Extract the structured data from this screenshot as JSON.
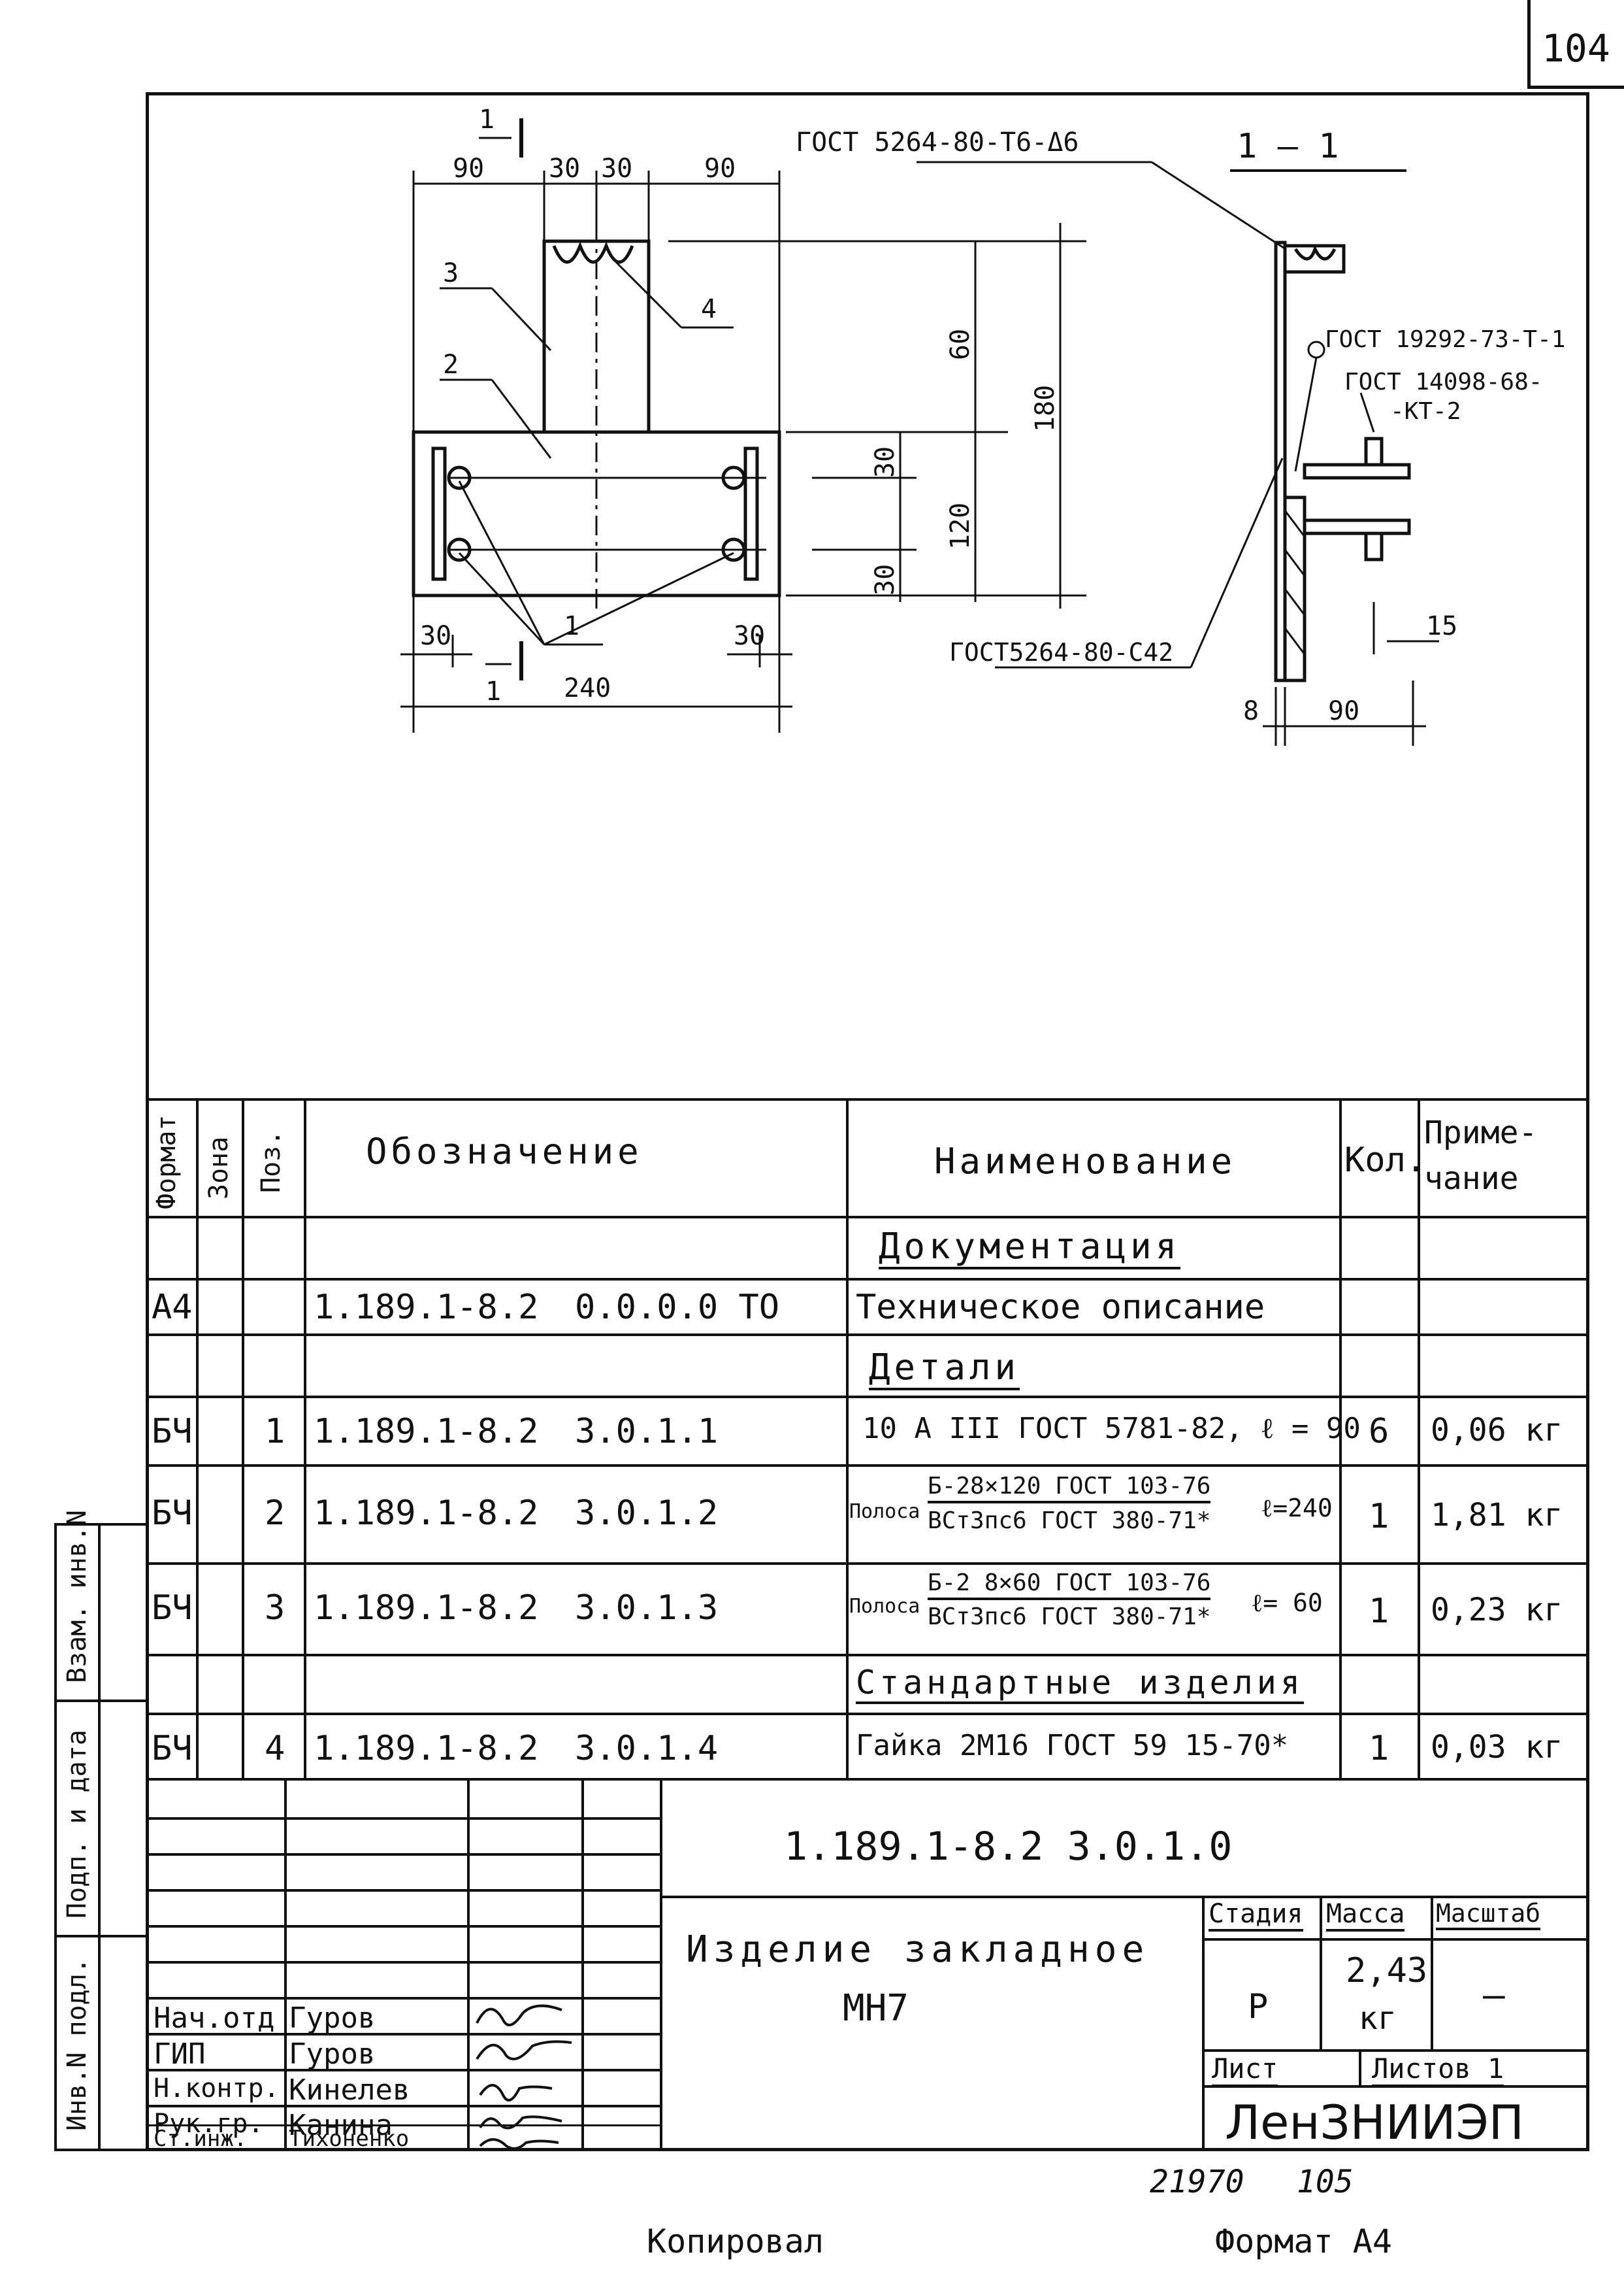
{
  "sheet_number": "104",
  "drawing": {
    "section_mark": "1",
    "section_title": "1 — 1",
    "weld_note_top": "ГОСТ 5264-80-Т6-Δ6",
    "weld_note_side": "ГОСТ 19292-73-Т-1",
    "weld_note_nut_1": "ГОСТ 14098-68-",
    "weld_note_nut_2": "-КТ-2",
    "weld_note_bottom": "ГОСТ5264-80-С42",
    "pos_labels": [
      "1",
      "2",
      "3",
      "4"
    ],
    "dims": {
      "d90a": "90",
      "d30a": "30",
      "d30b": "30",
      "d90b": "90",
      "d60": "60",
      "d180": "180",
      "d30c": "30",
      "d120": "120",
      "d30d": "30",
      "d30e": "30",
      "d30f": "30",
      "d240": "240",
      "d8": "8",
      "d90c": "90",
      "d15": "15"
    }
  },
  "spec_table": {
    "headers": {
      "format": "Формат",
      "zone": "Зона",
      "pos": "Поз.",
      "designation": "Обозначение",
      "name": "Наименование",
      "qty": "Кол.",
      "note_1": "Приме-",
      "note_2": "чание"
    },
    "section_docs": "Документация",
    "row_doc": {
      "format": "А4",
      "designation": "1.189.1-8.2",
      "code": "0.0.0.0 ТО",
      "name": "Техническое описание"
    },
    "section_details": "Детали",
    "rows": [
      {
        "format": "БЧ",
        "pos": "1",
        "designation": "1.189.1-8.2",
        "code": "3.0.1.1",
        "name": "10 А III ГОСТ 5781-82, ℓ = 90",
        "qty": "6",
        "note": "0,06 кг"
      },
      {
        "format": "БЧ",
        "pos": "2",
        "designation": "1.189.1-8.2",
        "code": "3.0.1.2",
        "name_prefix": "Полоса",
        "name_top": "Б-28×120 ГОСТ 103-76",
        "name_bottom": "ВСт3пс6 ГОСТ 380-71*",
        "name_suffix": "ℓ=240",
        "qty": "1",
        "note": "1,81 кг"
      },
      {
        "format": "БЧ",
        "pos": "3",
        "designation": "1.189.1-8.2",
        "code": "3.0.1.3",
        "name_prefix": "Полоса",
        "name_top": "Б-2 8×60 ГОСТ 103-76",
        "name_bottom": "ВСт3пс6 ГОСТ 380-71*",
        "name_suffix": "ℓ= 60",
        "qty": "1",
        "note": "0,23 кг"
      }
    ],
    "section_std": "Стандартные изделия",
    "row_std": {
      "format": "БЧ",
      "pos": "4",
      "designation": "1.189.1-8.2",
      "code": "3.0.1.4",
      "name": "Гайка 2М16 ГОСТ 59 15-70*",
      "qty": "1",
      "note": "0,03 кг"
    }
  },
  "title_block": {
    "doc_number": "1.189.1-8.2   3.0.1.0",
    "product_name_1": "Изделие закладное",
    "product_name_2": "МН7",
    "col_stage": "Стадия",
    "col_mass": "Масса",
    "col_scale": "Масштаб",
    "stage": "Р",
    "mass_1": "2,43",
    "mass_2": "кг",
    "scale": "—",
    "sheet_label": "Лист",
    "sheets_label": "Листов 1",
    "org": "ЛенЗНИИЭП",
    "people": [
      {
        "role": "Нач.отд",
        "name": "Гуров"
      },
      {
        "role": "ГИП",
        "name": "Гуров"
      },
      {
        "role": "Н.контр.",
        "name": "Кинелев"
      },
      {
        "role": "Рук.гр.",
        "name": "Канина"
      },
      {
        "role": "Ст.инж.",
        "name": "Тихоненко"
      }
    ]
  },
  "left_stamp": [
    "Инв.N подл.",
    "Подп. и дата",
    "Взам. инв.N"
  ],
  "footer": {
    "number_1": "21970",
    "number_2": "105",
    "copied": "Копировал",
    "format": "Формат А4"
  }
}
